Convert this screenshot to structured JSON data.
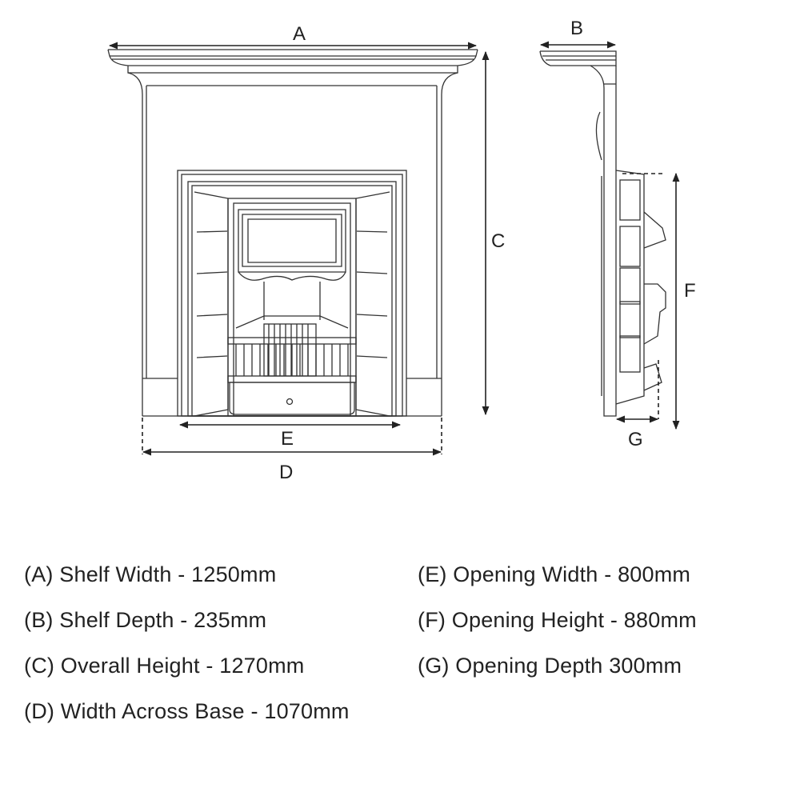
{
  "diagram": {
    "labels": {
      "A": "A",
      "B": "B",
      "C": "C",
      "D": "D",
      "E": "E",
      "F": "F",
      "G": "G"
    }
  },
  "specs": {
    "left": [
      "(A) Shelf Width - 1250mm",
      "(B) Shelf Depth - 235mm",
      "(C) Overall Height - 1270mm",
      "(D) Width Across Base - 1070mm"
    ],
    "right": [
      "(E) Opening Width - 800mm",
      "(F) Opening Height - 880mm",
      "(G) Opening Depth 300mm"
    ]
  },
  "colors": {
    "line": "#222222",
    "text": "#222222"
  }
}
